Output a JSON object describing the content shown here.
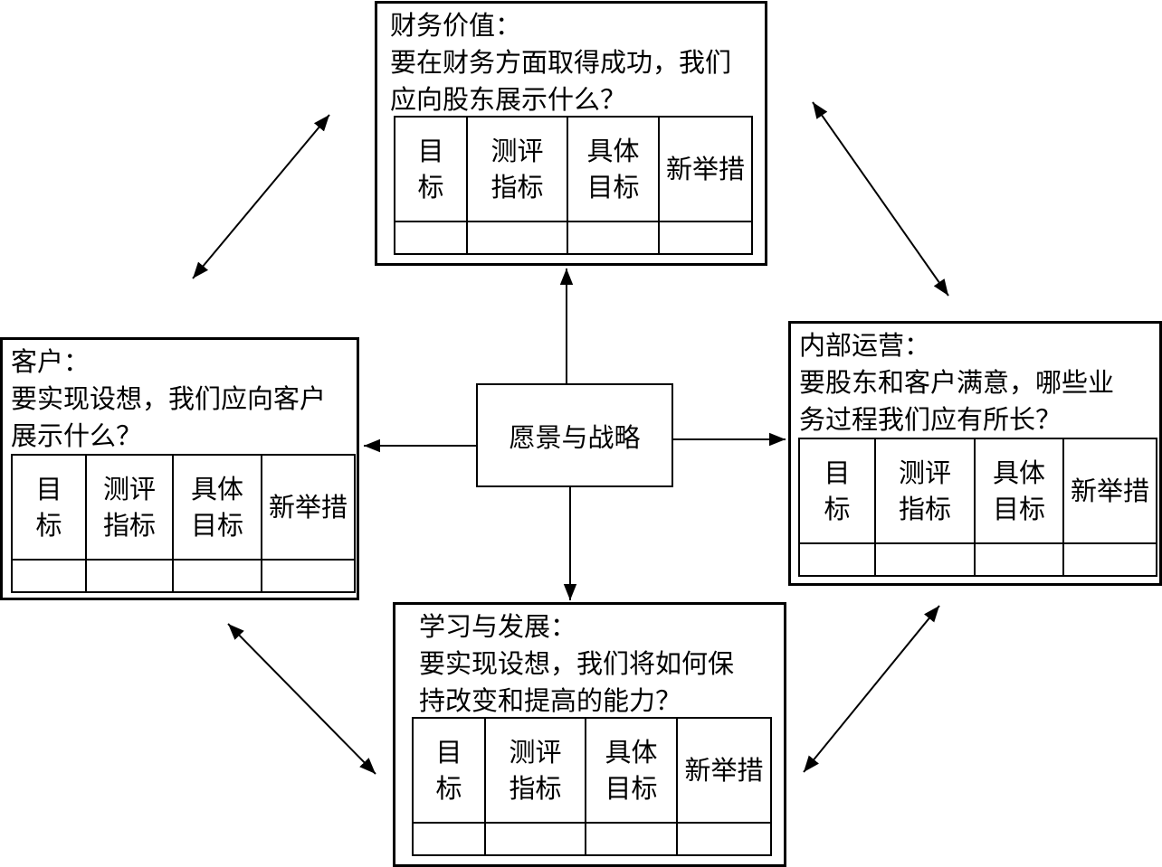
{
  "center": {
    "label": "愿景与战略"
  },
  "table_headers": [
    "目\n标",
    "测评\n指标",
    "具体\n目标",
    "新举措"
  ],
  "panels": {
    "finance": {
      "title": "财务价值：",
      "question": [
        "要在财务方面取得成功，我们",
        "应向股东展示什么？"
      ]
    },
    "customer": {
      "title": "客户：",
      "question": [
        "要实现设想，我们应向客户",
        "展示什么？"
      ]
    },
    "internal": {
      "title": "内部运营：",
      "question": [
        "要股东和客户满意，哪些业",
        "务过程我们应有所长？"
      ]
    },
    "learning": {
      "title": "学习与发展：",
      "question": [
        "要实现设想，我们将如何保",
        "持改变和提高的能力？"
      ]
    }
  }
}
